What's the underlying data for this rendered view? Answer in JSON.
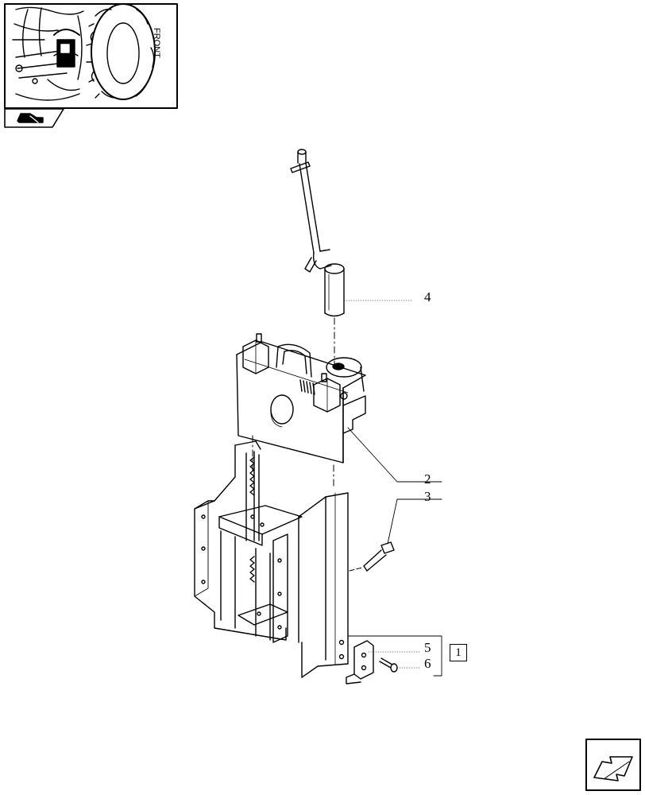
{
  "callouts": {
    "part_4": "4",
    "part_2": "2",
    "part_3": "3",
    "part_5": "5",
    "part_6": "6",
    "group_1": "1"
  },
  "thumbnail": {
    "label": "FRONT"
  },
  "icons": {
    "thumbnail_nav": "vehicle-section-icon",
    "next_page": "next-page-arrow-icon"
  }
}
